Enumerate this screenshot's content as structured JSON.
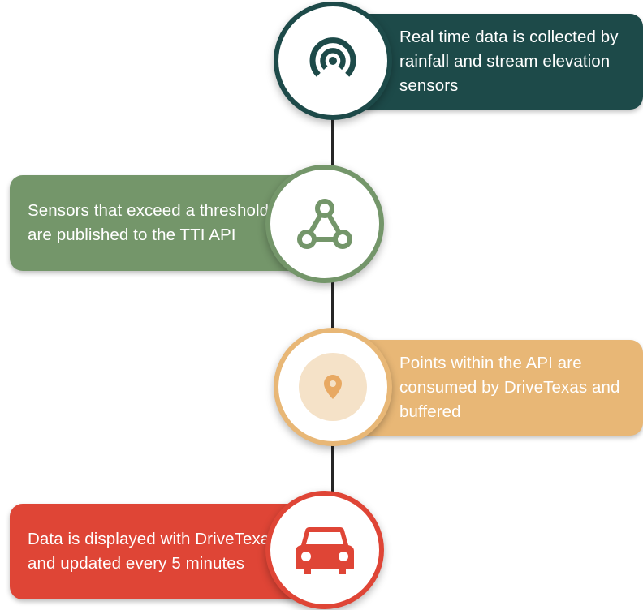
{
  "steps": [
    {
      "text": "Real time data is collected by rainfall and stream elevation sensors",
      "icon": "sensor-broadcast-icon",
      "color": "#1d4a49"
    },
    {
      "text": "Sensors that exceed a threshold are published to the TTI API",
      "icon": "webhook-icon",
      "color": "#74966a"
    },
    {
      "text": "Points within the API are consumed by DriveTexas and buffered",
      "icon": "map-pin-icon",
      "color": "#e8b776"
    },
    {
      "text": "Data is displayed with DriveTexas and updated every 5 minutes",
      "icon": "car-icon",
      "color": "#df4536"
    }
  ]
}
